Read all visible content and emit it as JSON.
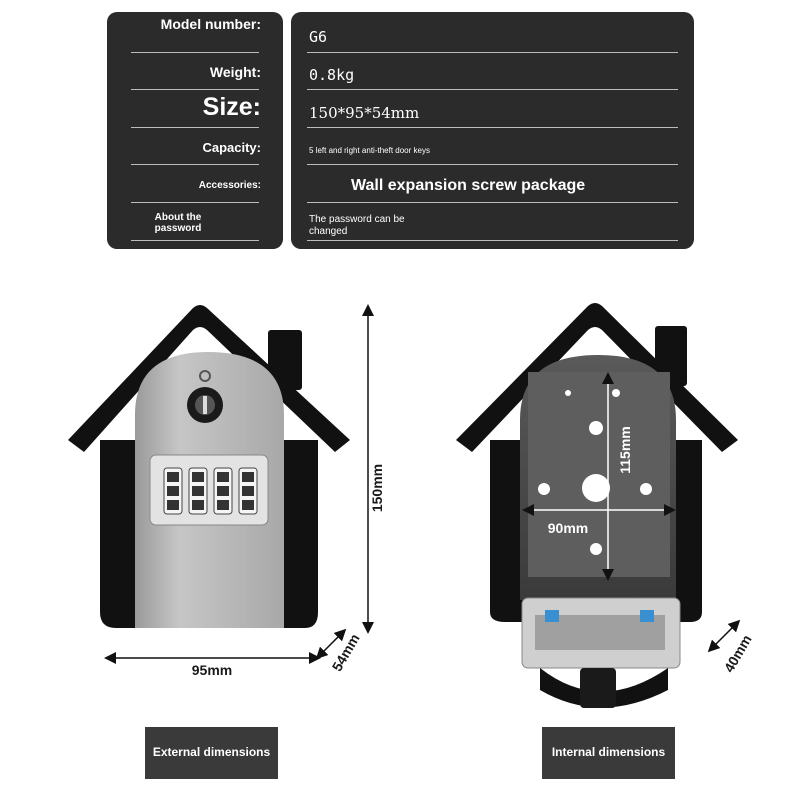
{
  "specs": {
    "model_label": "Model number:",
    "model_value": "G6",
    "weight_label": "Weight:",
    "weight_value": "0.8kg",
    "size_label": "Size:",
    "size_value": "150*95*54mm",
    "capacity_label": "Capacity:",
    "capacity_value": "5 left and right anti-theft door keys",
    "accessories_label": "Accessories:",
    "accessories_value": "Wall expansion screw package",
    "password_label": "About the password",
    "password_value": "The password can be changed"
  },
  "dimensions": {
    "ext_height": "150mm",
    "ext_width": "95mm",
    "ext_depth": "54mm",
    "int_height": "115mm",
    "int_width": "90mm",
    "int_depth": "40mm"
  },
  "captions": {
    "external": "External dimensions",
    "internal": "Internal dimensions"
  },
  "colors": {
    "panel": "#2b2b2b",
    "lockbox_black": "#111111",
    "lockbox_gray": "#b9b9b9"
  }
}
